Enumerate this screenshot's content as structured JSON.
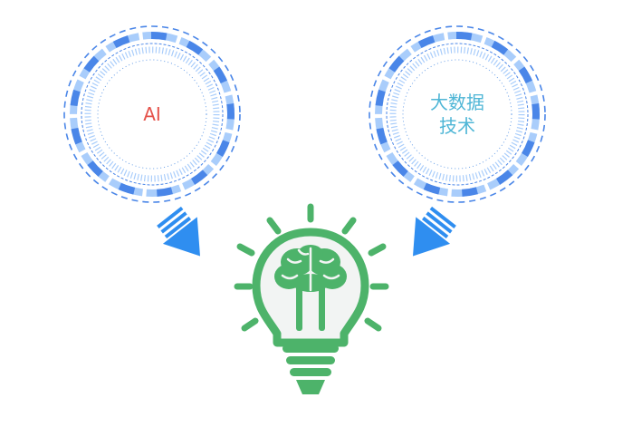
{
  "left_concept": {
    "label": "AI",
    "color": "#e5534b"
  },
  "right_concept": {
    "label_line1": "大数据",
    "label_line2": "技术",
    "color": "#4fb6d6"
  },
  "colors": {
    "ring_dark": "#4a86e8",
    "ring_light": "#a9cdfb",
    "ring_dots": "#6aa0e8",
    "arrow": "#2f8ef0",
    "bulb_green": "#4db36a",
    "bulb_fill": "#f2f4f3"
  },
  "icons": {
    "left_ring": "dashed-ring-icon",
    "right_ring": "dashed-ring-icon",
    "left_arrow": "down-right-arrow-icon",
    "right_arrow": "down-left-arrow-icon",
    "bulb": "lightbulb-brain-icon"
  }
}
